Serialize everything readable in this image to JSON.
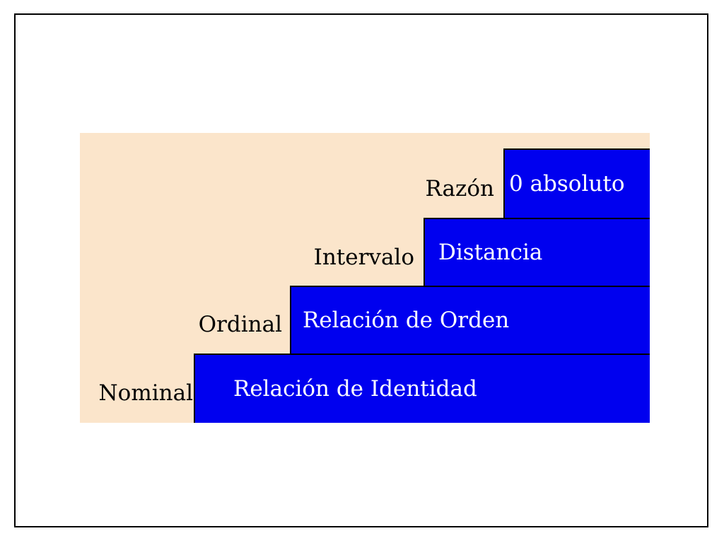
{
  "colors": {
    "page_background": "#ffffff",
    "frame_border": "#000000",
    "panel_background": "#fbe5cb",
    "block_fill": "#0000ef",
    "block_text": "#ffffff",
    "label_text": "#000000"
  },
  "levels": [
    {
      "label": "Nominal",
      "property": "Relación de Identidad"
    },
    {
      "label": "Ordinal",
      "property": "Relación de Orden"
    },
    {
      "label": "Intervalo",
      "property": "Distancia"
    },
    {
      "label": "Razón",
      "property": "0 absoluto"
    }
  ]
}
